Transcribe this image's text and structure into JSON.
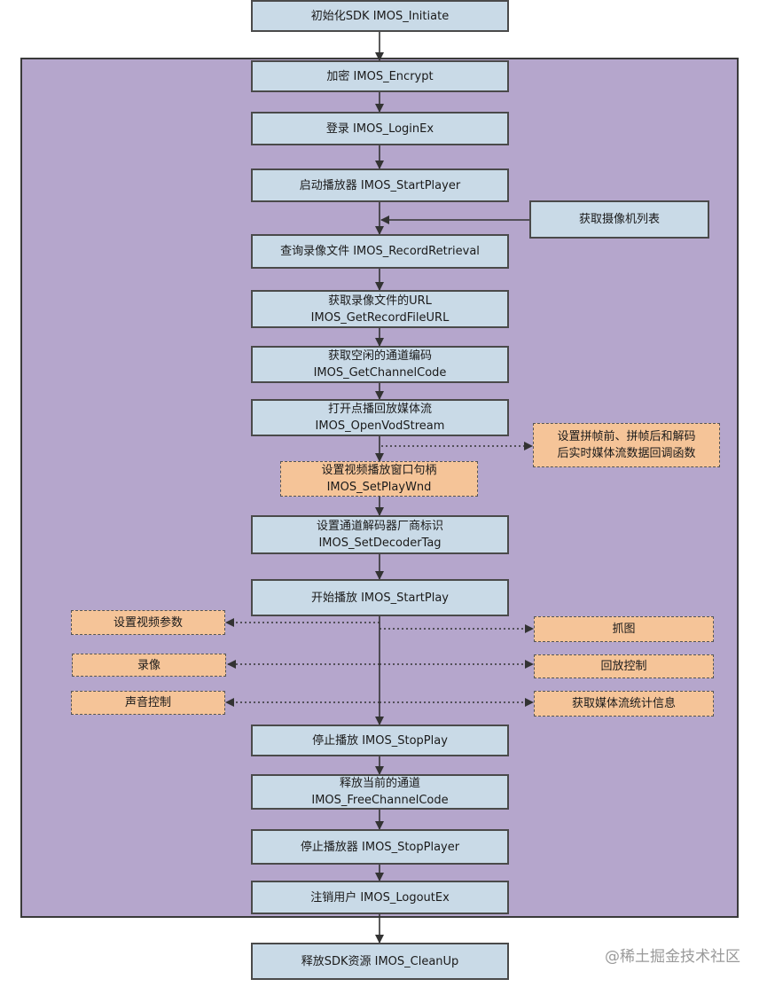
{
  "nodes": {
    "initiate": {
      "l1": "初始化SDK  IMOS_Initiate"
    },
    "encrypt": {
      "l1": "加密 IMOS_Encrypt"
    },
    "login": {
      "l1": "登录 IMOS_LoginEx"
    },
    "start_player": {
      "l1": "启动播放器 IMOS_StartPlayer"
    },
    "camera_list": {
      "l1": "获取摄像机列表"
    },
    "record_retrieval": {
      "l1": "查询录像文件 IMOS_RecordRetrieval"
    },
    "record_url": {
      "l1": "获取录像文件的URL",
      "l2": "IMOS_GetRecordFileURL"
    },
    "channel_code": {
      "l1": "获取空闲的通道编码",
      "l2": "IMOS_GetChannelCode"
    },
    "open_vod": {
      "l1": "打开点播回放媒体流",
      "l2": "IMOS_OpenVodStream"
    },
    "callback": {
      "l1": "设置拼帧前、拼帧后和解码",
      "l2": "后实时媒体流数据回调函数"
    },
    "set_play_wnd": {
      "l1": "设置视频播放窗口句柄",
      "l2": "IMOS_SetPlayWnd"
    },
    "decoder_tag": {
      "l1": "设置通道解码器厂商标识",
      "l2": "IMOS_SetDecoderTag"
    },
    "start_play": {
      "l1": "开始播放 IMOS_StartPlay"
    },
    "video_params": {
      "l1": "设置视频参数"
    },
    "snapshot": {
      "l1": "抓图"
    },
    "record": {
      "l1": "录像"
    },
    "playback_ctrl": {
      "l1": "回放控制"
    },
    "sound_ctrl": {
      "l1": "声音控制"
    },
    "stream_stats": {
      "l1": "获取媒体流统计信息"
    },
    "stop_play": {
      "l1": "停止播放 IMOS_StopPlay"
    },
    "free_channel": {
      "l1": "释放当前的通道",
      "l2": "IMOS_FreeChannelCode"
    },
    "stop_player": {
      "l1": "停止播放器 IMOS_StopPlayer"
    },
    "logout": {
      "l1": "注销用户 IMOS_LogoutEx"
    },
    "cleanup": {
      "l1": "释放SDK资源 IMOS_CleanUp"
    }
  },
  "watermark": "@稀土掘金技术社区",
  "colors": {
    "frame": "#b5a6cc",
    "main_box": "#c9dae7",
    "side_box": "#f5c498",
    "line": "#3a3a3a"
  }
}
